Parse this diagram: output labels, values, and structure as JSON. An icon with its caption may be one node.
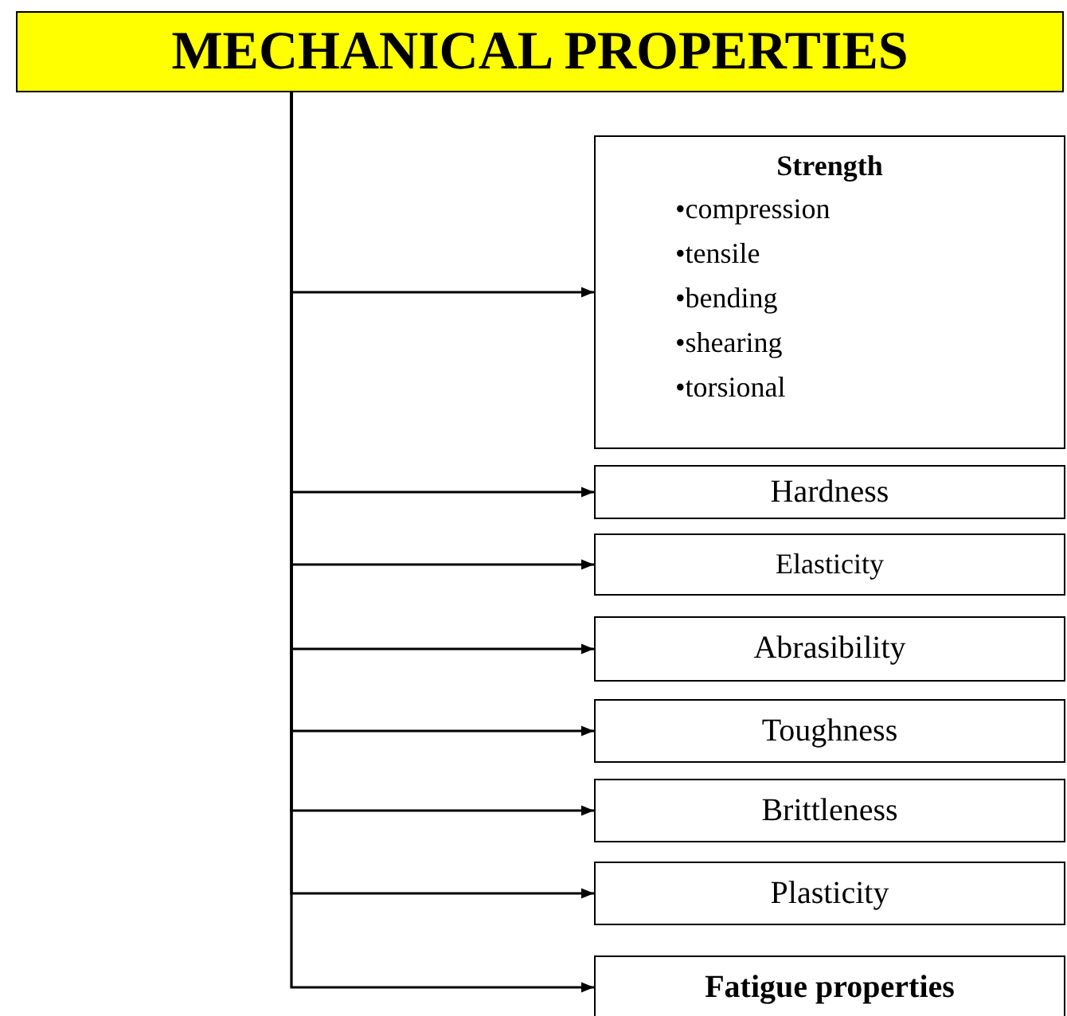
{
  "diagram": {
    "nodes": [
      {
        "text": [
          "MECHANICAL PROPERTIES"
        ]
      },
      {
        "text": [
          "Strength",
          "•compression",
          "•tensile",
          "•bending",
          "•shearing",
          "•torsional"
        ]
      },
      {
        "text": [
          "Hardness"
        ]
      },
      {
        "text": [
          "Elasticity"
        ]
      },
      {
        "text": [
          "Abrasibility"
        ]
      },
      {
        "text": [
          "Toughness"
        ]
      },
      {
        "text": [
          "Brittleness"
        ]
      },
      {
        "text": [
          "Plasticity"
        ]
      },
      {
        "text": [
          "Fatigue properties"
        ]
      }
    ],
    "edges": [
      {
        "from": 0,
        "to": 1,
        "arrow": "to"
      },
      {
        "from": 0,
        "to": 2,
        "arrow": "to"
      },
      {
        "from": 0,
        "to": 3,
        "arrow": "to"
      },
      {
        "from": 0,
        "to": 4,
        "arrow": "to"
      },
      {
        "from": 0,
        "to": 5,
        "arrow": "to"
      },
      {
        "from": 0,
        "to": 6,
        "arrow": "to"
      },
      {
        "from": 0,
        "to": 7,
        "arrow": "to"
      },
      {
        "from": 0,
        "to": 8,
        "arrow": "to"
      }
    ]
  }
}
